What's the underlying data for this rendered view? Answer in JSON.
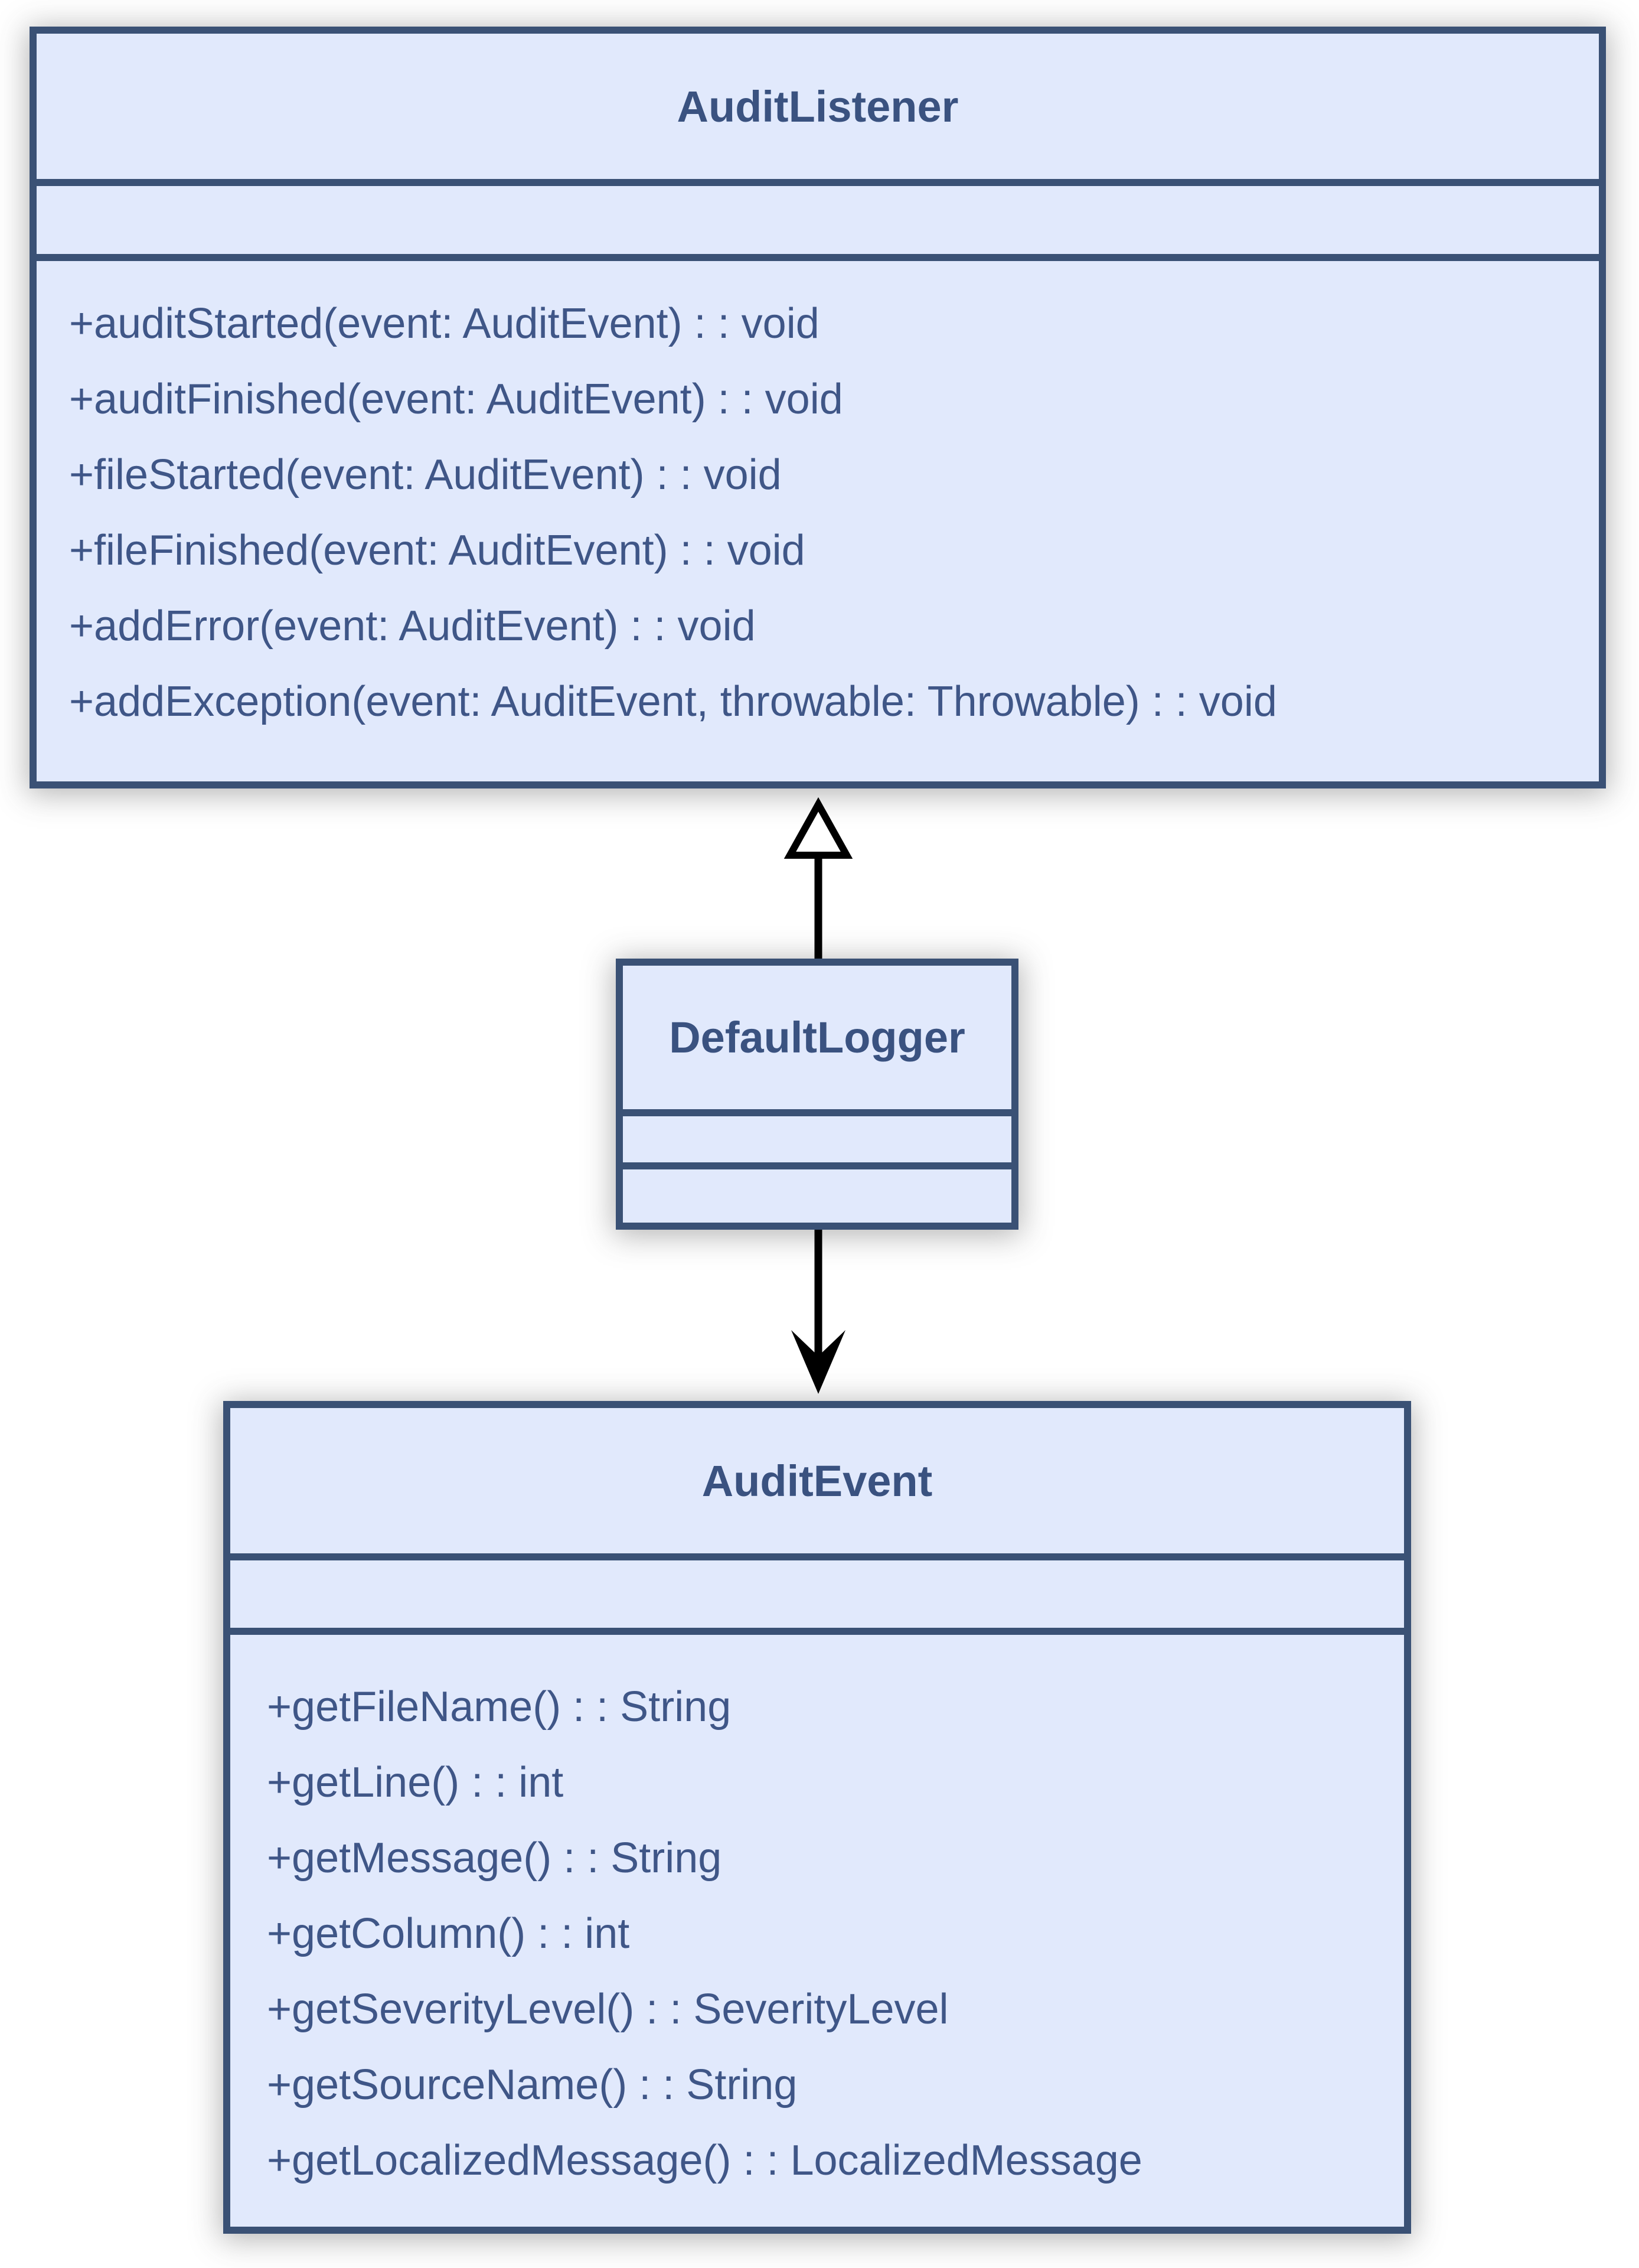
{
  "diagram": {
    "kind": "uml-class-diagram",
    "classes": [
      {
        "name": "AuditListener",
        "attributes": [],
        "methods": [
          "+auditStarted(event: AuditEvent) : : void",
          "+auditFinished(event: AuditEvent) : : void",
          "+fileStarted(event: AuditEvent) : : void",
          "+fileFinished(event: AuditEvent) : : void",
          "+addError(event: AuditEvent) : : void",
          "+addException(event: AuditEvent, throwable: Throwable) : : void"
        ]
      },
      {
        "name": "DefaultLogger",
        "attributes": [],
        "methods": []
      },
      {
        "name": "AuditEvent",
        "attributes": [],
        "methods": [
          "+getFileName() : : String",
          "+getLine() : : int",
          "+getMessage() : : String",
          "+getColumn() : : int",
          "+getSeverityLevel() : : SeverityLevel",
          "+getSourceName() : : String",
          "+getLocalizedMessage() : : LocalizedMessage"
        ]
      }
    ],
    "relations": [
      {
        "from": "DefaultLogger",
        "to": "AuditListener",
        "type": "generalization",
        "line_style": "solid",
        "arrowhead": "hollow-triangle-up"
      },
      {
        "from": "DefaultLogger",
        "to": "AuditEvent",
        "type": "directed-association",
        "line_style": "solid",
        "arrowhead": "open-dart-down"
      }
    ],
    "colors": {
      "class_fill": "#e1e9fc",
      "class_border": "#3a5175",
      "title_text": "#3a5280",
      "method_text": "#3f5687",
      "arrow": "#000000",
      "background": "#ffffff"
    }
  }
}
